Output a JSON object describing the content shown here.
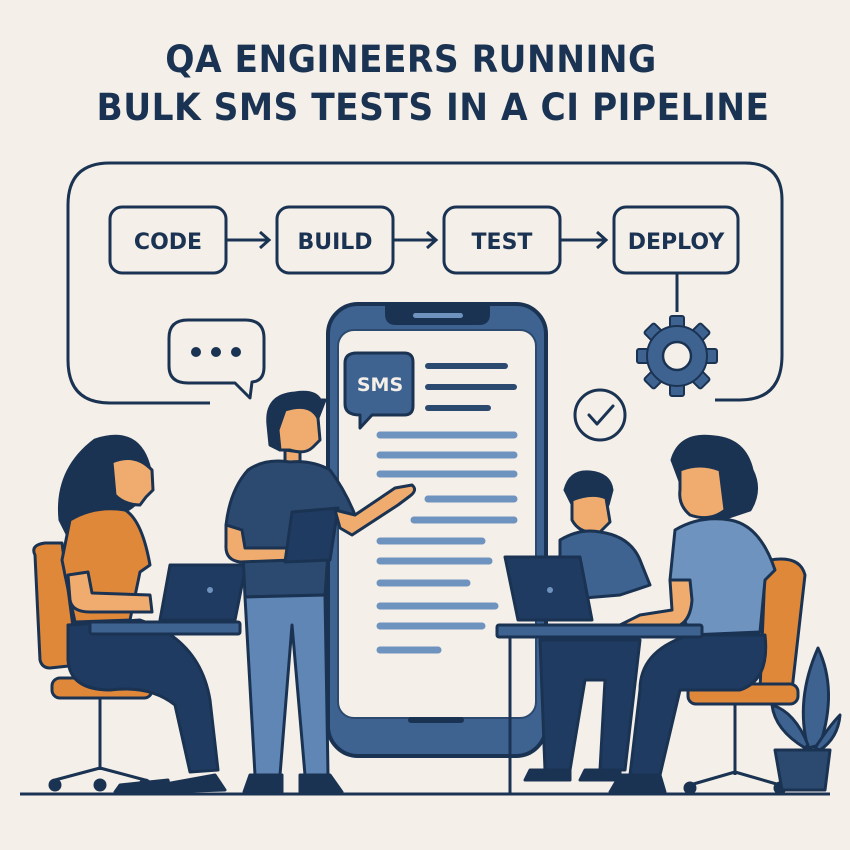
{
  "title": {
    "line1": "QA ENGINEERS RUNNING",
    "line2": "BULK SMS TESTS IN A CI PIPELINE"
  },
  "pipeline": {
    "stages": [
      {
        "label": "CODE"
      },
      {
        "label": "BUILD"
      },
      {
        "label": "TEST"
      },
      {
        "label": "DEPLOY"
      }
    ]
  },
  "phone": {
    "badge_label": "SMS"
  },
  "icons": [
    "chat-bubble-icon",
    "gear-icon",
    "checkmark-circle-icon",
    "sms-bubble-icon",
    "plant-icon"
  ],
  "colors": {
    "background": "#f4efe8",
    "navy": "#1b3352",
    "blue": "#3f6391",
    "light_blue": "#6f93bf",
    "orange": "#e0883a",
    "skin": "#f0ac6e"
  }
}
